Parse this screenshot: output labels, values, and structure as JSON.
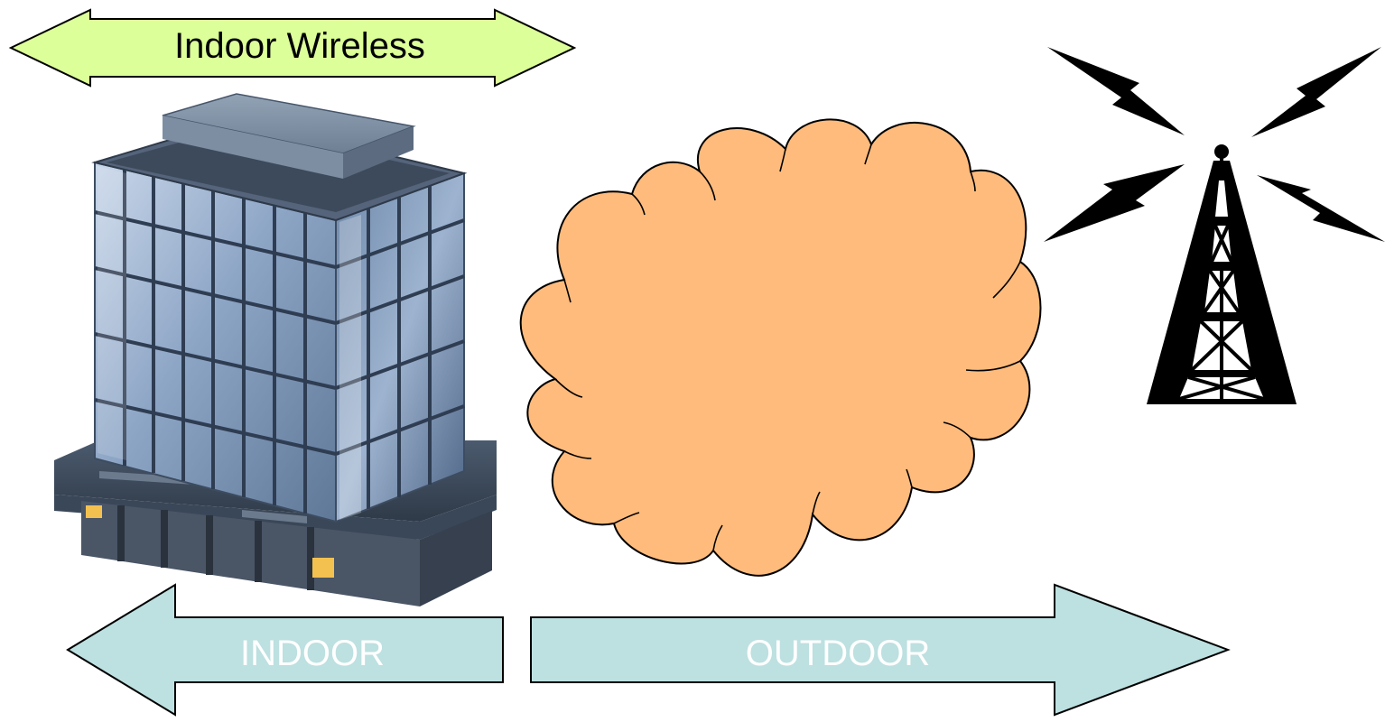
{
  "top_arrow": {
    "label": "Indoor Wireless",
    "fill": "#ddff99",
    "text_color": "#000000"
  },
  "bottom_arrows": {
    "indoor_label": "INDOOR",
    "outdoor_label": "OUTDOOR",
    "fill": "#bde0e0",
    "text_color": "#ffffff"
  },
  "cloud": {
    "fill": "#ffbb7c"
  },
  "icons": {
    "building": "office-building-icon",
    "tower": "radio-tower-icon"
  }
}
